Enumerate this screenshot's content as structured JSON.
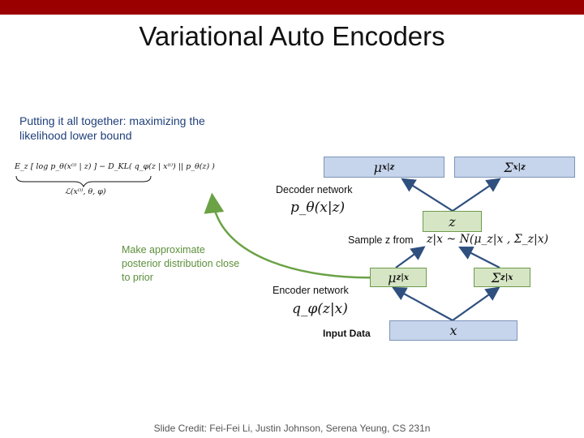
{
  "slide": {
    "title": "Variational Auto Encoders",
    "intro": "Putting it all together: maximizing the likelihood lower bound",
    "green_note": "Make approximate posterior distribution close to prior",
    "credit": "Slide Credit: Fei-Fei Li, Justin Johnson, Serena Yeung, CS 231n"
  },
  "equation": {
    "main": "E_z [ log p_θ(x⁽ⁱ⁾ | z) ] − D_KL( q_φ(z | x⁽ⁱ⁾) || p_θ(z) )",
    "underbrace_label": "ℒ(x⁽ⁱ⁾, θ, φ)"
  },
  "diagram": {
    "decoder_label": "Decoder network",
    "decoder_math": "p_θ(x|z)",
    "sample_label": "Sample z from",
    "sample_math": "z|x ~ N(μ_z|x , Σ_z|x)",
    "encoder_label": "Encoder network",
    "encoder_math": "q_φ(z|x)",
    "input_label": "Input Data",
    "boxes": {
      "mu_xz": "μ",
      "mu_xz_sub": "x|z",
      "sigma_xz": "Σ",
      "sigma_xz_sub": "x|z",
      "z": "z",
      "mu_zx": "μ",
      "mu_zx_sub": "z|x",
      "sigma_zx": "Σ",
      "sigma_zx_sub": "z|x",
      "x": "x"
    }
  },
  "colors": {
    "topbar": "#9b0000",
    "box_blue": "#c6d5ec",
    "box_green": "#d6e6c5",
    "arrow_blue": "#2f4f7f",
    "arrow_green": "#6aa245"
  }
}
